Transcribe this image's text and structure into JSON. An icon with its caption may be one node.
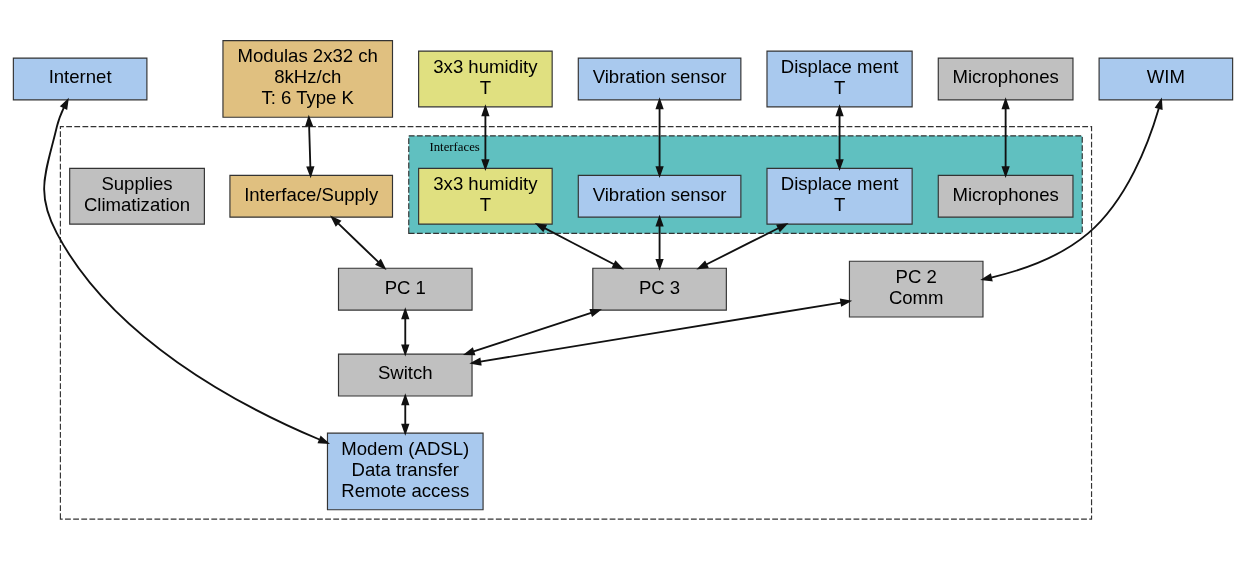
{
  "diagram": {
    "nodes": [
      {
        "text": [],
        "shape": "box"
      },
      {
        "text": [
          "Modulas 2x32 ch",
          "8kHz/ch",
          "T: 6 Type K"
        ]
      },
      {
        "text": [
          "WIM"
        ]
      },
      {
        "text": [
          "3x3 humidity",
          "T"
        ]
      },
      {
        "text": [
          "Vibration sensor"
        ]
      },
      {
        "text": [
          "Displace ment",
          "T"
        ]
      },
      {
        "text": [
          "Microphones"
        ]
      },
      {
        "text": [
          "Interface/Supply"
        ],
        "in": 0
      },
      {
        "text": [
          "Interfaces"
        ],
        "in": 0
      },
      {
        "text": [
          "3x3 humidity",
          "T"
        ],
        "in": 8
      },
      {
        "text": [
          "Vibration sensor"
        ],
        "in": 8
      },
      {
        "text": [
          "Displace ment",
          "T"
        ],
        "in": 8
      },
      {
        "text": [
          "Microphones"
        ],
        "in": 8
      },
      {
        "text": [
          "PC 1"
        ],
        "in": 0
      },
      {
        "text": [
          "PC 2",
          "Comm"
        ],
        "in": 0
      },
      {
        "text": [
          "PC 3"
        ],
        "in": 0
      },
      {
        "text": [
          "Supplies",
          "Climatization"
        ],
        "in": 0
      },
      {
        "text": [
          "Switch"
        ],
        "in": 0
      },
      {
        "text": [
          "Modem (ADSL)",
          "Data transfer",
          "Remote access"
        ],
        "in": 0
      },
      {
        "text": [
          "Internet"
        ]
      }
    ],
    "edges": [
      {
        "from": 1,
        "to": 7,
        "arrow": "both"
      },
      {
        "from": 2,
        "to": 14,
        "arrow": "both"
      },
      {
        "from": 3,
        "to": 9,
        "arrow": "both"
      },
      {
        "from": 4,
        "to": 10,
        "arrow": "both"
      },
      {
        "from": 5,
        "to": 11,
        "arrow": "both"
      },
      {
        "from": 6,
        "to": 12,
        "arrow": "both"
      },
      {
        "from": 7,
        "to": 13,
        "arrow": "both"
      },
      {
        "from": 15,
        "to": 9,
        "arrow": "both"
      },
      {
        "from": 15,
        "to": 10,
        "arrow": "both"
      },
      {
        "from": 15,
        "to": 11,
        "arrow": "both"
      },
      {
        "from": 17,
        "to": 13,
        "arrow": "both"
      },
      {
        "from": 17,
        "to": 14,
        "arrow": "both"
      },
      {
        "from": 17,
        "to": 15,
        "arrow": "both"
      },
      {
        "from": 17,
        "to": 18,
        "arrow": "both"
      },
      {
        "from": 18,
        "to": 19,
        "arrow": "both"
      }
    ]
  }
}
